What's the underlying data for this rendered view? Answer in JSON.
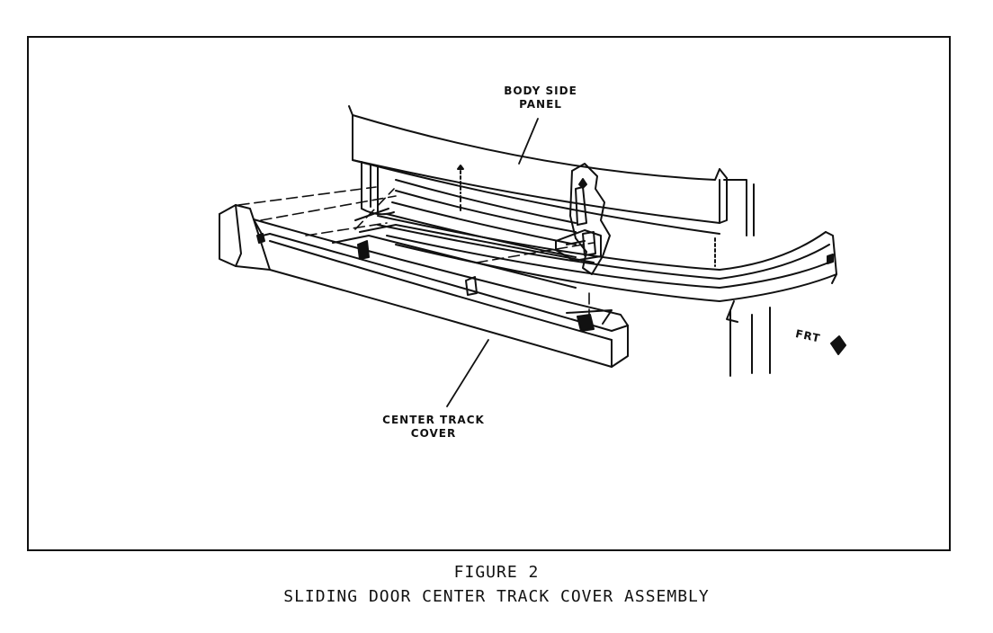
{
  "labels": {
    "body_side_panel_line1": "BODY SIDE",
    "body_side_panel_line2": "PANEL",
    "center_track_cover_line1": "CENTER TRACK",
    "center_track_cover_line2": "COVER",
    "front_arrow": "FRT"
  },
  "caption": {
    "line1": "FIGURE 2",
    "line2": "SLIDING DOOR CENTER TRACK COVER ASSEMBLY"
  }
}
